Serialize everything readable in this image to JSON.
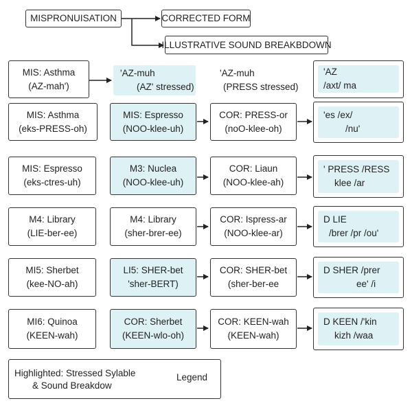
{
  "header": {
    "mispronunciation": "MISPRONUISATION",
    "corrected": "CORRECTED FORM",
    "breakdown": "ILLUSTRATIVE SOUND BREAKBDOWN"
  },
  "rows": [
    {
      "c1": [
        "MIS: Asthma",
        "(AZ-mah')"
      ],
      "c2": [
        "'AZ-muh",
        "(AZ' stressed)"
      ],
      "c3": [
        "'AZ-muh",
        "(PRESS stressed)"
      ],
      "c4": [
        "'AZ",
        "/axt/ ma"
      ]
    },
    {
      "c1": [
        "MIS: Asthma",
        "(eks-PRESS-oh)"
      ],
      "c2": [
        "MIS: Espresso",
        "(NOO-klee-uh)"
      ],
      "c3": [
        "COR: PRESS-or",
        "(noO-klee-oh)"
      ],
      "c4": [
        "'es  /ex/",
        "/nu'"
      ]
    },
    {
      "c1": [
        "MIS: Espresso",
        "(eks-ctres-uh)"
      ],
      "c2": [
        "M3: Nuclea",
        "(NOO-klee-uh)"
      ],
      "c3": [
        "COR: Liaun",
        "(NOO-klee-ah)"
      ],
      "c4": [
        "'  PRESS /RESS",
        "klee /ar"
      ]
    },
    {
      "c1": [
        "M4: Library",
        "(LIE-ber-ee)"
      ],
      "c2": [
        "M4: Library",
        "(sher-brer-ee)"
      ],
      "c3": [
        "COR: Ispress-ar",
        "(NOO-klee-ar)"
      ],
      "c4": [
        "D  LIE",
        "/brer /pr /ou'"
      ]
    },
    {
      "c1": [
        "MI5: Sherbet",
        "(kee-NO-ah)"
      ],
      "c2": [
        "LI5: SHER-bet",
        "'sher-BERT)"
      ],
      "c3": [
        "COR: SHER-bet",
        "(sher-ber-ee"
      ],
      "c4": [
        "D SHER /prer",
        "ee' /i"
      ]
    },
    {
      "c1": [
        "MI6: Quinoa",
        "(KEEN-wah)"
      ],
      "c2": [
        "COR: Sherbet",
        "(KEEN-wlo-oh)"
      ],
      "c3": [
        "COR: KEEN-wah",
        "(KEEN-wah)"
      ],
      "c4": [
        "D KEEN /'kin",
        "kizh /waa"
      ]
    }
  ],
  "legend": {
    "highlight_line1": "Highlighted: Stressed Sylable",
    "highlight_line2": "& Sound Breakdow",
    "label": "Legend"
  },
  "colors": {
    "highlight": "#def2f5",
    "border": "#333333",
    "text": "#222222"
  }
}
